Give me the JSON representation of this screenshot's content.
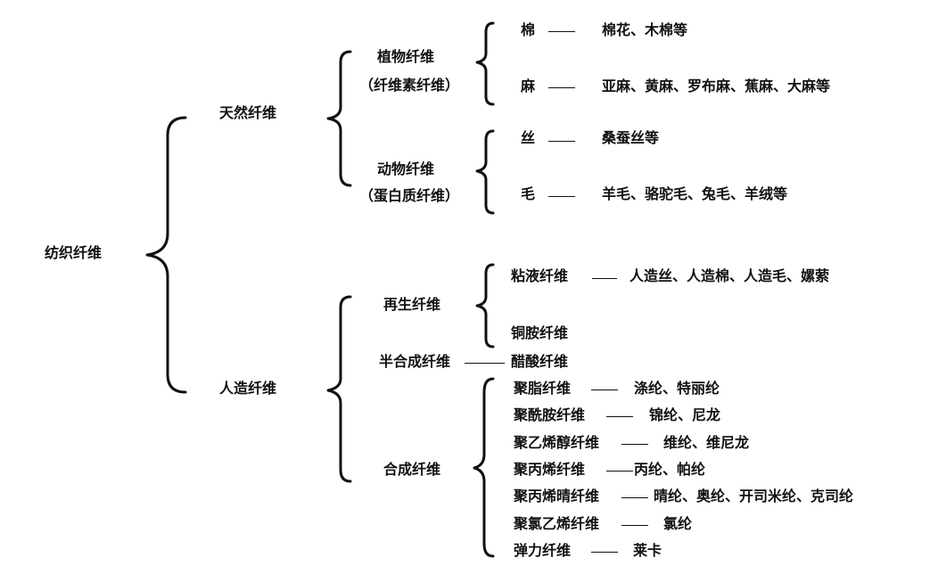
{
  "root": "纺织纤维",
  "natural": {
    "label": "天然纤维",
    "plant": {
      "label": "植物纤维",
      "sublabel": "（纤维素纤维）",
      "items": [
        {
          "name": "棉",
          "examples": "棉花、木棉等"
        },
        {
          "name": "麻",
          "examples": "亚麻、黄麻、罗布麻、蕉麻、大麻等"
        }
      ]
    },
    "animal": {
      "label": "动物纤维",
      "sublabel": "（蛋白质纤维）",
      "items": [
        {
          "name": "丝",
          "examples": "桑蚕丝等"
        },
        {
          "name": "毛",
          "examples": "羊毛、骆驼毛、兔毛、羊绒等"
        }
      ]
    }
  },
  "manmade": {
    "label": "人造纤维",
    "regenerated": {
      "label": "再生纤维",
      "items": [
        {
          "name": "粘液纤维",
          "examples": "人造丝、人造棉、人造毛、嫘萦"
        },
        {
          "name": "铜胺纤维",
          "examples": ""
        }
      ]
    },
    "semi": {
      "label": "半合成纤维",
      "item": "醋酸纤维"
    },
    "synthetic": {
      "label": "合成纤维",
      "items": [
        {
          "name": "聚脂纤维",
          "examples": "涤纶、特丽纶"
        },
        {
          "name": "聚酰胺纤维",
          "examples": "锦纶、尼龙"
        },
        {
          "name": "聚乙烯醇纤维",
          "examples": "维纶、维尼龙"
        },
        {
          "name": "聚丙烯纤维",
          "examples": "丙纶、帕纶"
        },
        {
          "name": "聚丙烯晴纤维",
          "examples": "晴纶、奥纶、开司米纶、克司纶"
        },
        {
          "name": "聚氯乙烯纤维",
          "examples": "氯纶"
        },
        {
          "name": "弹力纤维",
          "examples": "莱卡"
        }
      ]
    }
  }
}
